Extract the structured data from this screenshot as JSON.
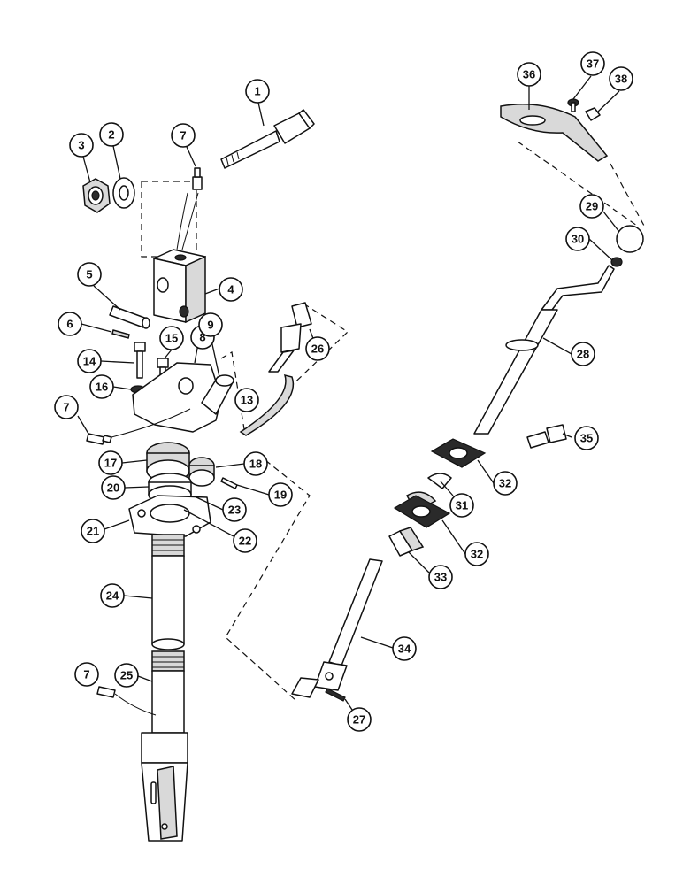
{
  "callouts": [
    {
      "id": "c1",
      "label": "1"
    },
    {
      "id": "c2",
      "label": "2"
    },
    {
      "id": "c3",
      "label": "3"
    },
    {
      "id": "c4",
      "label": "4"
    },
    {
      "id": "c5",
      "label": "5"
    },
    {
      "id": "c6",
      "label": "6"
    },
    {
      "id": "c7a",
      "label": "7"
    },
    {
      "id": "c7b",
      "label": "7"
    },
    {
      "id": "c7c",
      "label": "7"
    },
    {
      "id": "c8",
      "label": "8"
    },
    {
      "id": "c9",
      "label": "9"
    },
    {
      "id": "c13",
      "label": "13"
    },
    {
      "id": "c14",
      "label": "14"
    },
    {
      "id": "c15",
      "label": "15"
    },
    {
      "id": "c16",
      "label": "16"
    },
    {
      "id": "c17",
      "label": "17"
    },
    {
      "id": "c18",
      "label": "18"
    },
    {
      "id": "c19",
      "label": "19"
    },
    {
      "id": "c20",
      "label": "20"
    },
    {
      "id": "c21",
      "label": "21"
    },
    {
      "id": "c22",
      "label": "22"
    },
    {
      "id": "c23",
      "label": "23"
    },
    {
      "id": "c24",
      "label": "24"
    },
    {
      "id": "c25",
      "label": "25"
    },
    {
      "id": "c26",
      "label": "26"
    },
    {
      "id": "c27",
      "label": "27"
    },
    {
      "id": "c28",
      "label": "28"
    },
    {
      "id": "c29",
      "label": "29"
    },
    {
      "id": "c30",
      "label": "30"
    },
    {
      "id": "c31",
      "label": "31"
    },
    {
      "id": "c32a",
      "label": "32"
    },
    {
      "id": "c32b",
      "label": "32"
    },
    {
      "id": "c33",
      "label": "33"
    },
    {
      "id": "c34",
      "label": "34"
    },
    {
      "id": "c35",
      "label": "35"
    },
    {
      "id": "c36",
      "label": "36"
    },
    {
      "id": "c37",
      "label": "37"
    },
    {
      "id": "c38",
      "label": "38"
    }
  ]
}
